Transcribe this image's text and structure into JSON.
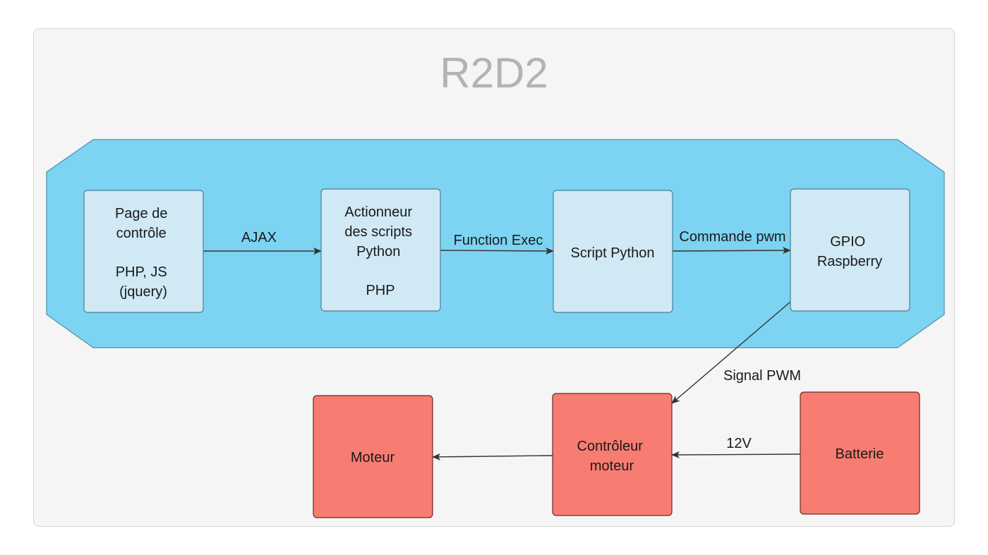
{
  "diagram": {
    "title": "R2D2",
    "nodes": {
      "control_page": {
        "lines": [
          "Page de",
          "contrôle",
          "",
          "PHP, JS",
          "(jquery)"
        ]
      },
      "script_runner": {
        "lines": [
          "Actionneur",
          "des scripts",
          "Python",
          "",
          "PHP"
        ]
      },
      "python_script": {
        "lines": [
          "Script Python"
        ]
      },
      "gpio": {
        "lines": [
          "GPIO",
          "Raspberry"
        ]
      },
      "motor": {
        "lines": [
          "Moteur"
        ]
      },
      "motor_controller": {
        "lines": [
          "Contrôleur",
          "moteur"
        ]
      },
      "battery": {
        "lines": [
          "Batterie"
        ]
      }
    },
    "edges": {
      "ajax": "AJAX",
      "function_exec": "Function Exec",
      "pwm_command": "Commande pwm",
      "pwm_signal": "Signal PWM",
      "voltage": "12V"
    },
    "colors": {
      "container_fill": "#7dd3f2",
      "blue_box_fill": "#d0e9f4",
      "red_box_fill": "#f77d72",
      "title_color": "#b3b3b3",
      "edge_color": "#333333"
    }
  }
}
